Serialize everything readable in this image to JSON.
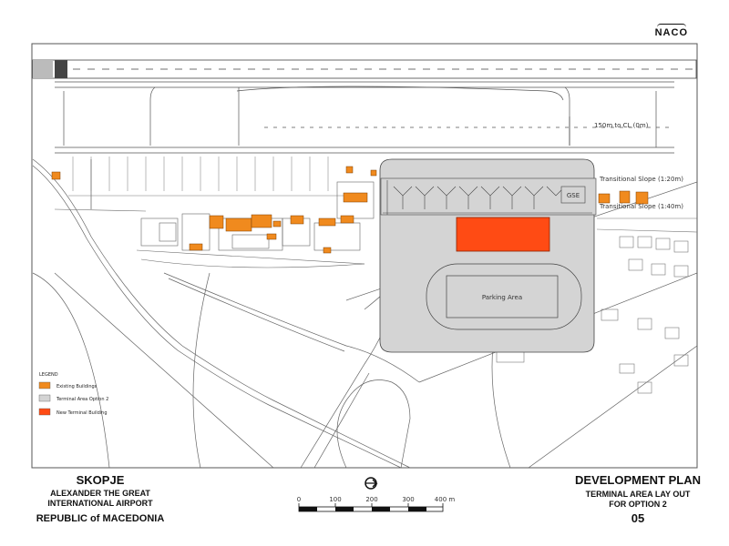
{
  "logo": "NACO",
  "map_labels": {
    "distance_cl": "150m to CL (0m)",
    "transitional_slope_1": "Transitional Slope (1:20m)",
    "transitional_slope_2": "Transitional Slope (1:40m)",
    "gse": "GSE",
    "parking_area": "Parking Area"
  },
  "legend": {
    "title": "LEGEND",
    "items": [
      {
        "label": "Existing Buildings",
        "color": "#f08a1e"
      },
      {
        "label": "Terminal Area Option 2",
        "color": "#d4d4d4"
      },
      {
        "label": "New Terminal Building",
        "color": "#ff4b14"
      }
    ]
  },
  "title_block": {
    "city": "SKOPJE",
    "airport_line1": "ALEXANDER THE GREAT",
    "airport_line2": "INTERNATIONAL AIRPORT",
    "country": "REPUBLIC of MACEDONIA",
    "plan_title": "DEVELOPMENT PLAN",
    "plan_sub1": "TERMINAL AREA LAY OUT",
    "plan_sub2": "FOR OPTION 2",
    "sheet_no": "05"
  },
  "scale_bar": {
    "labels": [
      "0",
      "100",
      "200",
      "300",
      "400 m"
    ]
  },
  "colors": {
    "existing": "#f08a1e",
    "terminal_area": "#d4d4d4",
    "new_terminal": "#ff4b14"
  }
}
